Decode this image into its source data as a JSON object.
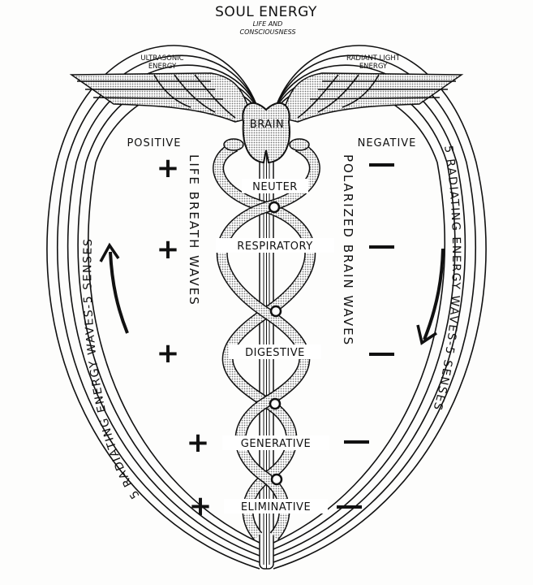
{
  "title": "SOUL ENERGY",
  "subtitle_line1": "LIFE AND",
  "subtitle_line2": "CONSCIOUSNESS",
  "left_wing": {
    "line1": "ULTRASONIC",
    "line2": "ENERGY"
  },
  "right_wing": {
    "line1": "RADIANT LIGHT",
    "line2": "ENERGY"
  },
  "brain_label": "BRAIN",
  "positive_label": "POSITIVE",
  "negative_label": "NEGATIVE",
  "plus_sign": "+",
  "minus_sign": "—",
  "left_vertical": "LIFE BREATH WAVES",
  "right_vertical": "POLARIZED BRAIN WAVES",
  "left_arc": "5 RADIATING ENERGY WAVES-5 SENSES",
  "right_arc": "5 RADIATING ENERGY WAVES-5 SENSES",
  "centers": [
    {
      "label": "NEUTER"
    },
    {
      "label": "RESPIRATORY"
    },
    {
      "label": "DIGESTIVE"
    },
    {
      "label": "GENERATIVE"
    },
    {
      "label": "ELIMINATIVE"
    }
  ],
  "colors": {
    "ink": "#111111",
    "stipple": "#c8c8c8",
    "paper": "#fdfdfc"
  }
}
